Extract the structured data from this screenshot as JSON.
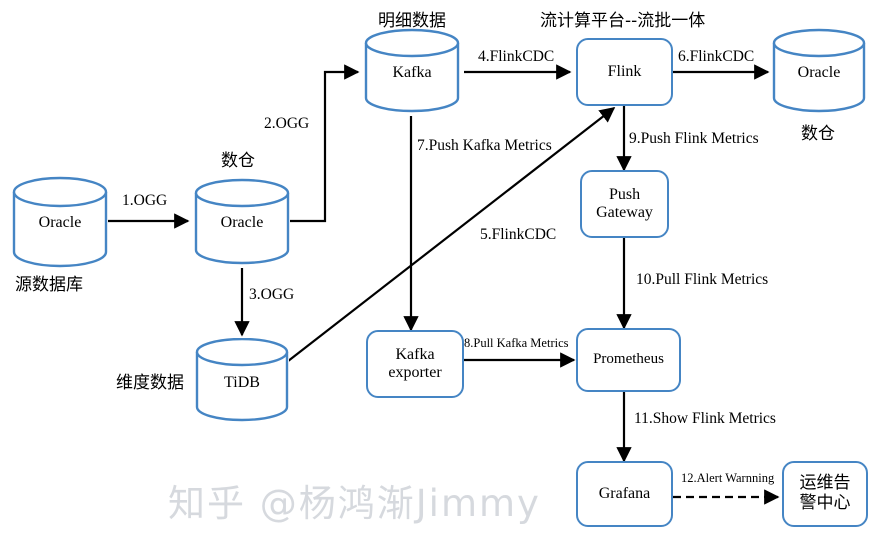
{
  "diagram": {
    "title": "Flink realtime pipeline architecture",
    "accent_color": "#4585c4",
    "line_color": "#000000",
    "background": "#ffffff"
  },
  "nodes": {
    "oracle_source": {
      "label": "Oracle",
      "caption": "源数据库"
    },
    "oracle_dw": {
      "label": "Oracle",
      "caption": "数仓"
    },
    "kafka": {
      "label": "Kafka",
      "caption": "明细数据"
    },
    "tidb": {
      "label": "TiDB",
      "caption": "维度数据"
    },
    "flink": {
      "label": "Flink",
      "caption": "流计算平台--流批一体"
    },
    "oracle_sink": {
      "label": "Oracle",
      "caption": "数仓"
    },
    "push_gateway": {
      "label_line1": "Push",
      "label_line2": "Gateway"
    },
    "kafka_exporter": {
      "label_line1": "Kafka",
      "label_line2": "exporter"
    },
    "prometheus": {
      "label": "Prometheus"
    },
    "grafana": {
      "label": "Grafana"
    },
    "alert_center": {
      "label_line1": "运维告",
      "label_line2": "警中心"
    }
  },
  "edges": [
    {
      "id": "e1",
      "label": "1.OGG",
      "from": "oracle_source",
      "to": "oracle_dw"
    },
    {
      "id": "e2",
      "label": "2.OGG",
      "from": "oracle_dw",
      "to": "kafka"
    },
    {
      "id": "e3",
      "label": "3.OGG",
      "from": "oracle_dw",
      "to": "tidb"
    },
    {
      "id": "e4",
      "label": "4.FlinkCDC",
      "from": "kafka",
      "to": "flink"
    },
    {
      "id": "e5",
      "label": "5.FlinkCDC",
      "from": "tidb",
      "to": "flink"
    },
    {
      "id": "e6",
      "label": "6.FlinkCDC",
      "from": "flink",
      "to": "oracle_sink"
    },
    {
      "id": "e7",
      "label": "7.Push Kafka Metrics",
      "from": "kafka",
      "to": "kafka_exporter"
    },
    {
      "id": "e8",
      "label": "8.Pull Kafka Metrics",
      "from": "kafka_exporter",
      "to": "prometheus"
    },
    {
      "id": "e9",
      "label": "9.Push Flink Metrics",
      "from": "flink",
      "to": "push_gateway"
    },
    {
      "id": "e10",
      "label": "10.Pull Flink Metrics",
      "from": "push_gateway",
      "to": "prometheus"
    },
    {
      "id": "e11",
      "label": "11.Show Flink Metrics",
      "from": "prometheus",
      "to": "grafana"
    },
    {
      "id": "e12",
      "label": "12.Alert Warnning",
      "from": "grafana",
      "to": "alert_center"
    }
  ],
  "watermark": {
    "text": "知乎 @杨鸿渐Jimmy"
  }
}
